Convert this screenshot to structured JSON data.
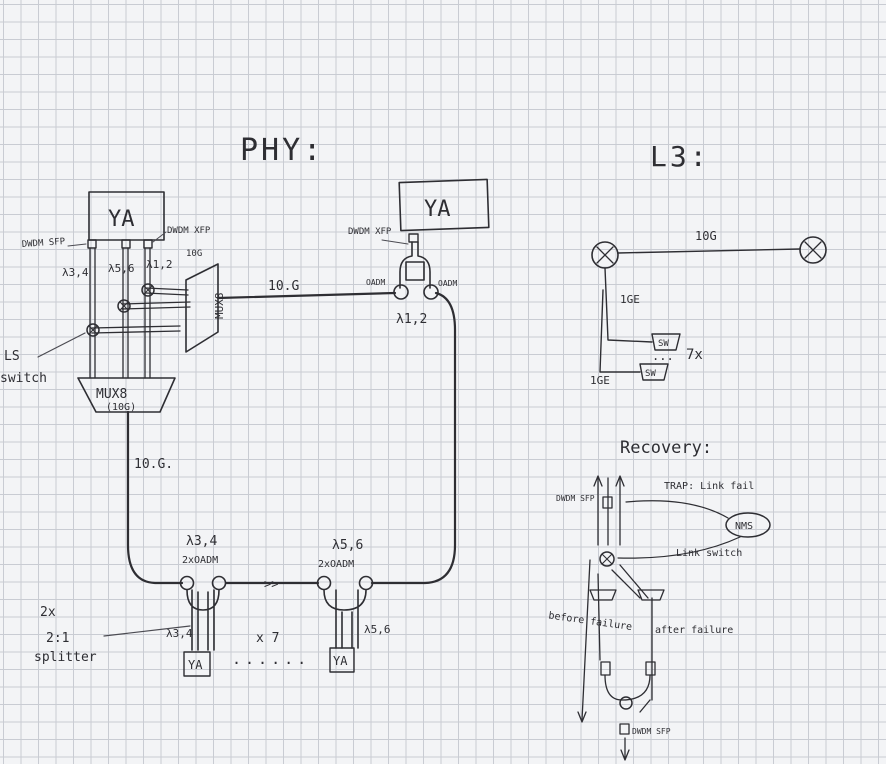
{
  "headings": {
    "phy": "PHY:",
    "l3": "L3:",
    "recovery": "Recovery:"
  },
  "phy": {
    "ya_left": "YA",
    "ya_right": "YA",
    "ya_bottom_left": "YA",
    "ya_bottom_right": "YA",
    "dwdm_sfp_left": "DWDM SFP",
    "dwdm_xfp_top": "DWDM XFP",
    "dwdm_xfp_right": "DWDM XFP",
    "lambda_34": "λ3,4",
    "lambda_56": "λ5,6",
    "lambda_12": "λ1,2",
    "ten_g_small": "10G",
    "link_10g_top": "10.G",
    "link_10g_left": "10.G.",
    "oadm_left": "OADM",
    "oadm_right": "OADM",
    "mux_right": "MUX8",
    "mux_bottom": "MUX8",
    "mux_bottom_sub": "(10G)",
    "ls_label": "LS",
    "switch_label": "switch",
    "node1_lambda": "λ3,4",
    "node1_oadm": "2xOADM",
    "node2_lambda": "λ5,6",
    "node2_oadm": "2xOADM",
    "node1_drop": "λ3,4",
    "node2_drop": "λ5,6",
    "splitter_count": "2x",
    "splitter_ratio": "2:1",
    "splitter_word": "splitter",
    "times7": "x 7",
    "dots": "......",
    "break_mark": ">>"
  },
  "l3": {
    "link_10g": "10G",
    "link_1ge_upper": "1GE",
    "link_1ge_lower": "1GE",
    "sw_upper": "SW",
    "sw_lower": "SW",
    "times7": "7x",
    "dots": "..."
  },
  "recovery": {
    "dwdm_sfp": "DWDM SFP",
    "trap": "TRAP: Link fail",
    "nms": "NMS",
    "link_switch": "Link switch",
    "before_failure": "before failure",
    "after_failure": "after failure",
    "dwdm_sfp_bottom": "DWDM SFP"
  }
}
